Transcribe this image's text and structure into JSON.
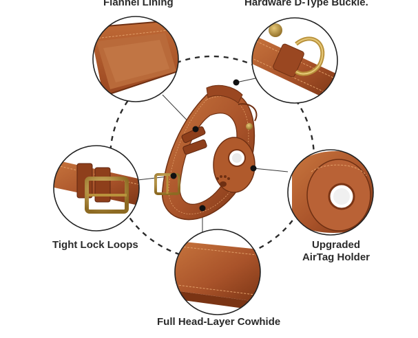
{
  "features": {
    "flannel_lining": "Flannel Lining",
    "hardware_buckle": "Hardware D-Type Buckle.",
    "tight_lock_loops": "Tight Lock Loops",
    "airtag_line1": "Upgraded",
    "airtag_line2": "AirTag Holder",
    "cowhide": "Full Head-Layer Cowhide"
  },
  "colors": {
    "leather": "#a9532a",
    "leather_dark": "#7a3414",
    "leather_light": "#c8763e",
    "brass": "#b9923c",
    "line": "#2a2a2a"
  }
}
